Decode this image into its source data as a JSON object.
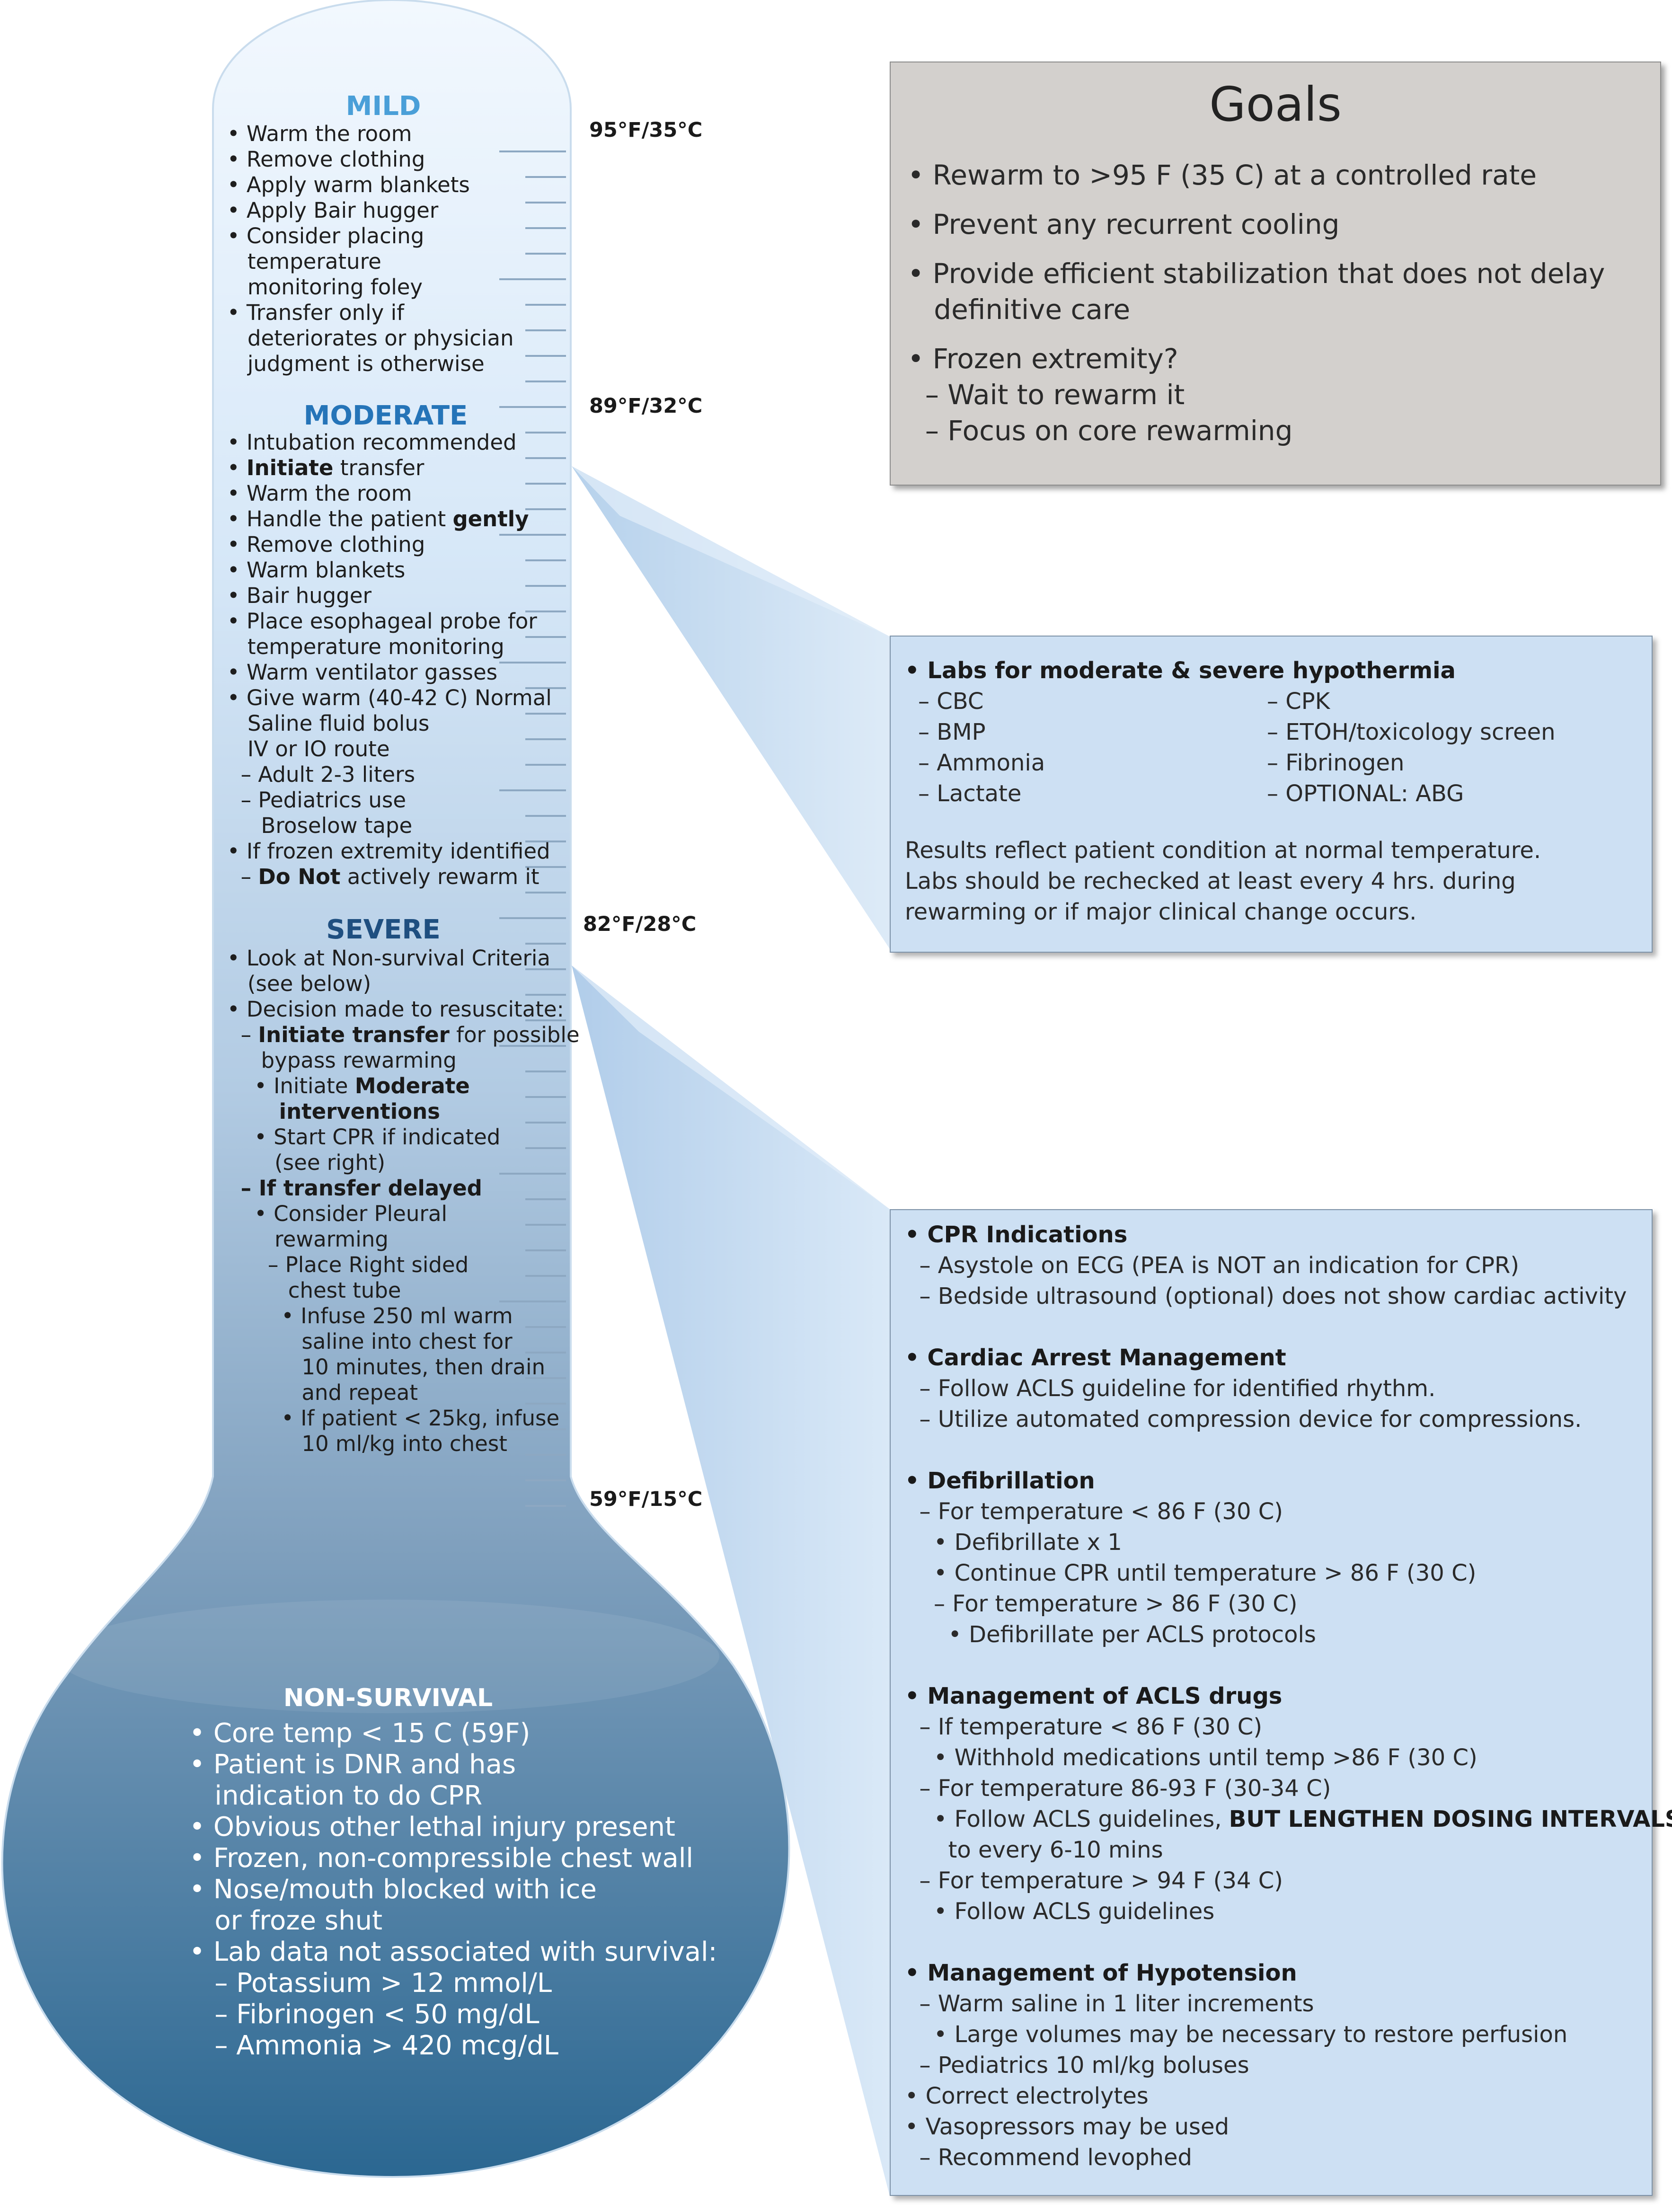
{
  "thermometer": {
    "mild": {
      "title": "MILD",
      "items": [
        "• Warm the room",
        "• Remove clothing",
        "• Apply warm blankets",
        "• Apply Bair hugger",
        "• Consider placing",
        "   temperature",
        "   monitoring foley",
        "• Transfer only if",
        "   deteriorates or physician",
        "   judgment is otherwise"
      ]
    },
    "moderate": {
      "title": "MODERATE",
      "items": [
        "• Intubation recommended",
        "• Initiate transfer",
        "• Warm the room",
        "• Handle the patient gently",
        "• Remove clothing",
        "• Warm blankets",
        "• Bair hugger",
        "• Place esophageal probe for",
        "   temperature monitoring",
        "• Warm ventilator gasses",
        "• Give warm (40-42 C) Normal",
        "   Saline fluid bolus",
        "   IV or IO route",
        "  – Adult 2-3 liters",
        "  – Pediatrics use",
        "     Broselow tape",
        "• If frozen extremity identified",
        "  – Do Not actively rewarm it"
      ]
    },
    "severe": {
      "title": "SEVERE",
      "items": [
        "• Look at Non-survival Criteria",
        "   (see below)",
        "• Decision made to resuscitate:",
        "  – Initiate transfer for possible",
        "     bypass rewarming",
        "    • Initiate Moderate",
        "       interventions",
        "    • Start CPR if indicated",
        "       (see right)",
        "  – If transfer delayed",
        "    • Consider Pleural",
        "       rewarming",
        "      – Place Right sided",
        "         chest tube",
        "        • Infuse 250 ml warm",
        "           saline into chest for",
        "           10 minutes, then drain",
        "           and repeat",
        "        • If patient < 25kg, infuse",
        "           10 ml/kg into chest"
      ]
    },
    "temp_labels": [
      "95°F/35°C",
      "89°F/32°C",
      "82°F/28°C",
      "59°F/15°C"
    ],
    "non_survival": {
      "title": "NON-SURVIVAL",
      "items": [
        "• Core temp < 15 C (59F)",
        "• Patient is DNR and has",
        "   indication to do CPR",
        "• Obvious other lethal injury present",
        "• Frozen, non-compressible chest wall",
        "• Nose/mouth blocked with ice",
        "   or froze shut",
        "• Lab data not associated with survival:",
        "   – Potassium > 12 mmol/L",
        "   – Fibrinogen < 50 mg/dL",
        "   – Ammonia > 420 mcg/dL"
      ]
    }
  },
  "goals": {
    "title": "Goals",
    "items": [
      "• Rewarm to >95 F (35 C) at a controlled rate",
      "• Prevent any recurrent cooling",
      "• Provide efficient stabilization that does not delay",
      "   definitive care",
      "• Frozen extremity?",
      "  – Wait to rewarm it",
      "  – Focus on core rewarming"
    ]
  },
  "labs": {
    "heading": "• Labs for moderate & severe hypothermia",
    "col1": [
      "– CBC",
      "– BMP",
      "– Ammonia",
      "– Lactate"
    ],
    "col2": [
      "– CPK",
      "– ETOH/toxicology screen",
      "– Fibrinogen",
      "– OPTIONAL: ABG"
    ],
    "note": [
      "Results reflect patient condition at normal temperature.",
      "Labs should be rechecked at least every 4 hrs. during",
      "rewarming or if major clinical change occurs."
    ]
  },
  "cpr": {
    "lines": [
      "• CPR Indications",
      "  – Asystole on ECG (PEA is NOT an indication for CPR)",
      "  – Bedside ultrasound (optional) does not show cardiac activity",
      "",
      "• Cardiac Arrest Management",
      "  – Follow ACLS guideline for identified rhythm.",
      "  – Utilize automated compression device for compressions.",
      "",
      "• Defibrillation",
      "  – For temperature < 86 F (30 C)",
      "    • Defibrillate x 1",
      "    • Continue CPR until temperature > 86 F (30 C)",
      "    – For temperature > 86 F (30 C)",
      "      • Defibrillate per ACLS protocols",
      "",
      "• Management of ACLS drugs",
      "  – If temperature < 86 F (30 C)",
      "    • Withhold medications until temp >86 F (30 C)",
      "  – For temperature 86-93 F (30-34 C)",
      "    • Follow ACLS guidelines, BUT LENGTHEN DOSING INTERVALS",
      "      to every 6-10 mins",
      "  – For temperature > 94 F (34 C)",
      "    • Follow ACLS guidelines",
      "",
      "• Management of Hypotension",
      "  – Warm saline in 1 liter increments",
      "    • Large volumes may be necessary to restore perfusion",
      "  – Pediatrics 10 ml/kg boluses",
      "• Correct electrolytes",
      "• Vasopressors may be used",
      "  – Recommend levophed"
    ]
  },
  "colors": {
    "mild": "#4a9fd8",
    "moderate": "#2574b8",
    "severe": "#1f4f80",
    "thermo_top": "#eaf3fc",
    "thermo_bottom": "#2f6a92",
    "box_fill": "#cde0f3",
    "goals_fill": "#d3d0cd"
  }
}
